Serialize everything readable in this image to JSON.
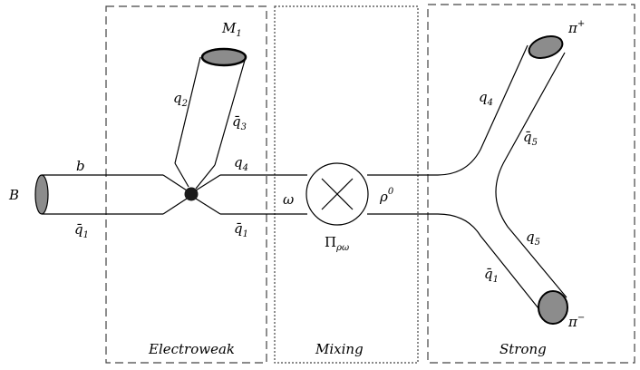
{
  "diagram": {
    "boxes": {
      "electroweak": "Electroweak",
      "mixing": "Mixing",
      "strong": "Strong"
    },
    "labels": {
      "B": "B",
      "b": "b",
      "q1bar_left": "q̄",
      "q1bar_left_sub": "1",
      "M1": "M",
      "M1_sub": "1",
      "q2": "q",
      "q2_sub": "2",
      "q3bar": "q̄",
      "q3bar_sub": "3",
      "q4_mid": "q",
      "q4_mid_sub": "4",
      "q1bar_mid": "q̄",
      "q1bar_mid_sub": "1",
      "omega": "ω",
      "rho": "ρ",
      "rho_sup": "0",
      "pi_mix": "Π",
      "pi_mix_sub": "ρω",
      "q4_right": "q",
      "q4_right_sub": "4",
      "q5bar": "q̄",
      "q5bar_sub": "5",
      "q5": "q",
      "q5_sub": "5",
      "q1bar_right": "q̄",
      "q1bar_right_sub": "1",
      "pi_plus": "π",
      "pi_plus_sup": "+",
      "pi_minus": "π",
      "pi_minus_sup": "−"
    },
    "colors": {
      "fill_gray": "#8c8c8c",
      "vertex": "#1a1a1a",
      "line": "#000000"
    }
  }
}
